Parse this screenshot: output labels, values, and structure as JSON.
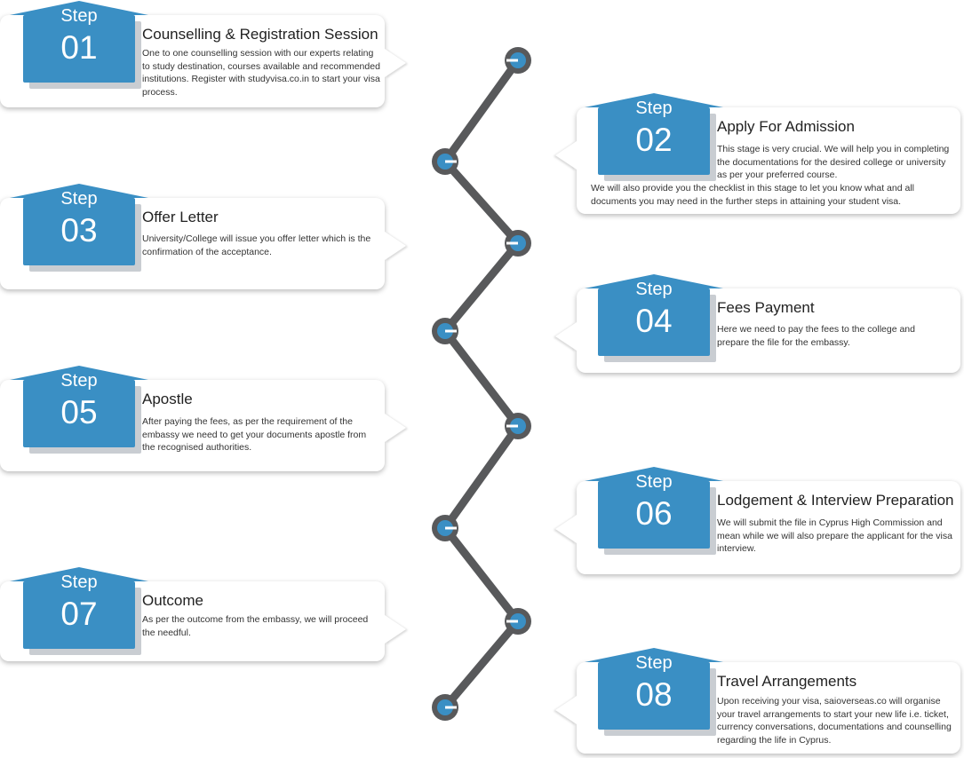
{
  "colors": {
    "accent": "#3a8fc4",
    "line": "#58595b",
    "shadow": "#c9cdd2"
  },
  "steps": [
    {
      "step_label": "Step",
      "number": "01",
      "title": "Counselling & Registration Session",
      "description": "One to one counselling session with our experts relating to study destination, courses available and recommended institutions. Register with studyvisa.co.in to start your visa process."
    },
    {
      "step_label": "Step",
      "number": "02",
      "title": "Apply For Admission",
      "description": "This stage is very crucial. We will help you in completing the documentations for the desired college or university as per your preferred course.",
      "description_extra": "We will also provide you the checklist in this stage to let you know what and all documents you may need in the further steps in attaining your student visa."
    },
    {
      "step_label": "Step",
      "number": "03",
      "title": "Offer Letter",
      "description": "University/College will issue you offer letter which is the confirmation of the acceptance."
    },
    {
      "step_label": "Step",
      "number": "04",
      "title": "Fees Payment",
      "description": "Here we need to pay the fees to the college and prepare the file for the embassy."
    },
    {
      "step_label": "Step",
      "number": "05",
      "title": "Apostle",
      "description": "After paying the fees, as per the requirement of the embassy we need to get your documents apostle from the recognised authorities."
    },
    {
      "step_label": "Step",
      "number": "06",
      "title": "Lodgement & Interview Preparation",
      "description": "We will submit the file in Cyprus High Commission and mean while we will also prepare the applicant for the visa interview."
    },
    {
      "step_label": "Step",
      "number": "07",
      "title": "Outcome",
      "description": "As per the outcome from the embassy, we will proceed the needful."
    },
    {
      "step_label": "Step",
      "number": "08",
      "title": "Travel Arrangements",
      "description": "Upon receiving your visa, saioverseas.co will organise your travel arrangements to start your new life i.e. ticket, currency conversations, documentations and counselling regarding the life in Cyprus."
    }
  ]
}
